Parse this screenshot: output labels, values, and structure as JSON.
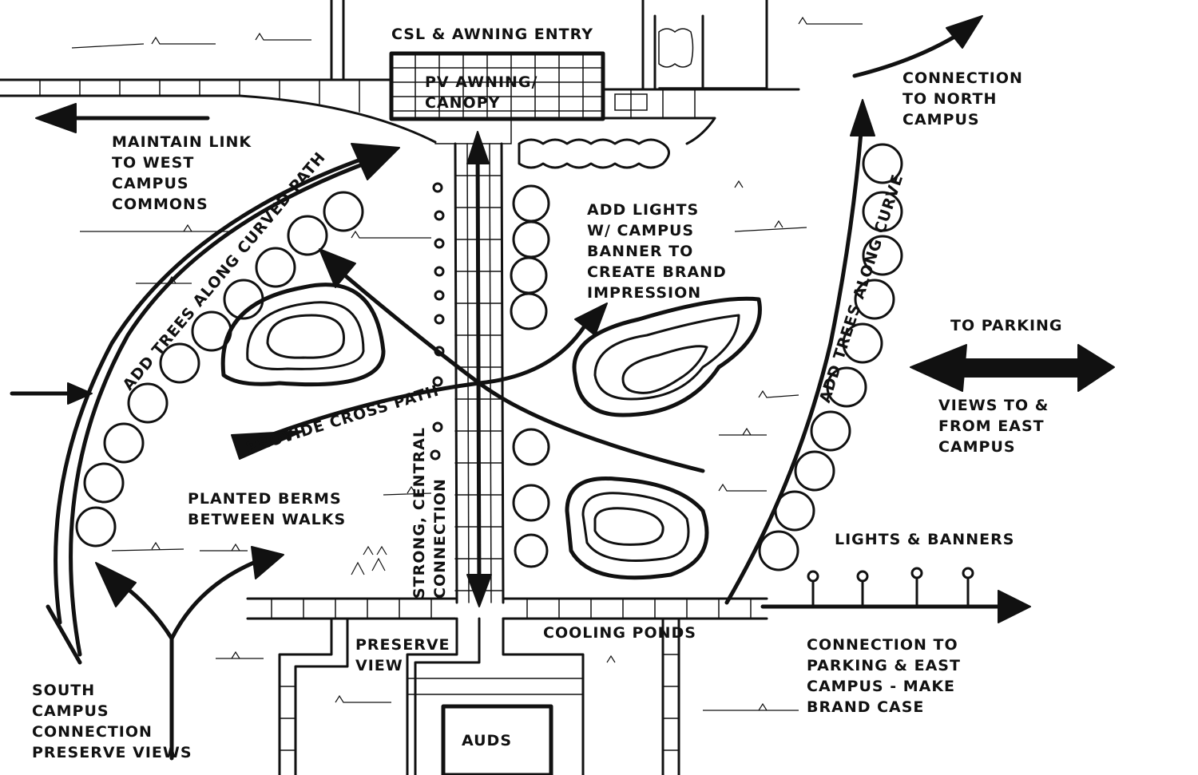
{
  "annotations": {
    "csl_entry": "CSL & AWNING ENTRY",
    "pv_awning": "PV AWNING/\nCANOPY",
    "north_campus": "CONNECTION\nTO NORTH\nCAMPUS",
    "west_link": "MAINTAIN LINK\nTO WEST\nCAMPUS\nCOMMONS",
    "trees_curved": "ADD TREES ALONG CURVED PATH",
    "add_lights": "ADD LIGHTS\nW/ CAMPUS\nBANNER TO\nCREATE BRAND\nIMPRESSION",
    "trees_curve": "ADD TREES ALONG CURVE",
    "to_parking": "TO PARKING",
    "views_east": "VIEWS TO &\nFROM EAST\nCAMPUS",
    "cross_path": "PROVIDE CROSS PATH",
    "planted_berms": "PLANTED BERMS\nBETWEEN WALKS",
    "strong_central": "STRONG, CENTRAL\nCONNECTION",
    "lights_banners": "LIGHTS & BANNERS",
    "cooling_ponds": "COOLING PONDS",
    "preserve_view": "PRESERVE\nVIEW",
    "east_parking": "CONNECTION TO\nPARKING & EAST\nCAMPUS - MAKE\nBRAND CASE",
    "south_campus": "SOUTH\nCAMPUS\nCONNECTION\nPRESERVE VIEWS",
    "auds": "AUDS"
  }
}
